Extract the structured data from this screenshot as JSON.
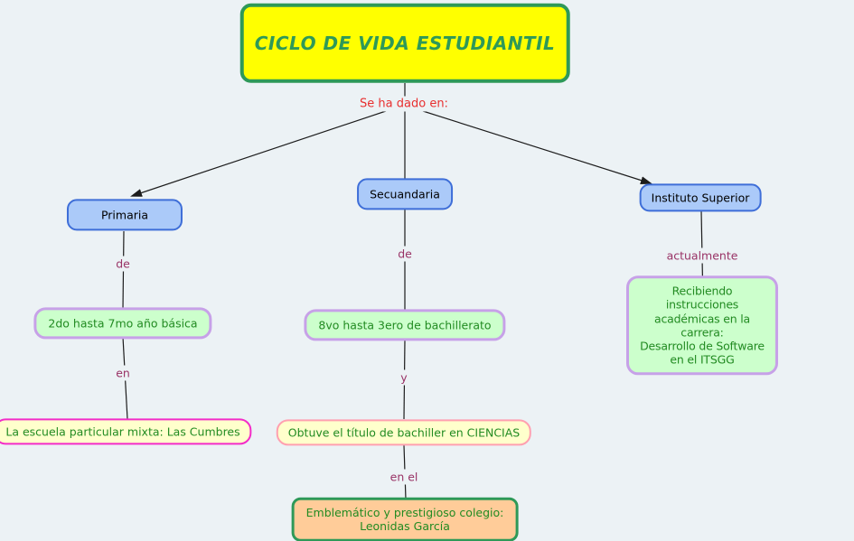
{
  "diagram": {
    "title": "CICLO DE VIDA ESTUDIANTIL"
  },
  "nodes": {
    "primaria": {
      "label": "Primaria"
    },
    "secundaria": {
      "label": "Secuandaria"
    },
    "instituto": {
      "label": "Instituto Superior"
    },
    "primaria_grades": {
      "label": "2do hasta 7mo año básica"
    },
    "secundaria_grades": {
      "label": "8vo hasta 3ero de bachillerato"
    },
    "instituto_detail": {
      "label": "Recibiendo instrucciones académicas en la carrera:\nDesarrollo de Software en el ITSGG"
    },
    "primaria_school": {
      "label": "La escuela particular mixta: Las Cumbres"
    },
    "bachiller": {
      "label": "Obtuve el título de bachiller en CIENCIAS"
    },
    "colegio": {
      "label": "Emblemático y prestigioso colegio:\nLeonidas García"
    }
  },
  "link_labels": {
    "root": "Se ha dado en:",
    "primaria_de": "de",
    "secundaria_de": "de",
    "instituto_actualmente": "actualmente",
    "primaria_en": "en",
    "secundaria_y": "y",
    "secundaria_en_el": "en el"
  },
  "colors": {
    "background": "#ecf2f5",
    "title_fill": "#ffff00",
    "title_border": "#2e9958",
    "title_text": "#2e9958",
    "stage_fill": "#abcaf9",
    "stage_border": "#3e6ed8",
    "detail_fill": "#ccffcc",
    "detail_border": "#c7a1e8",
    "green_text": "#228b22",
    "school_fill": "#ffffcc",
    "school_border_magenta": "#f32cc8",
    "school_border_pink": "#ffa0b0",
    "colegio_fill": "#ffcc99",
    "colegio_border": "#2e9958",
    "link_label_color": "#993366",
    "root_label_color": "#e82f2f",
    "edge_color": "#1c1c1c"
  }
}
